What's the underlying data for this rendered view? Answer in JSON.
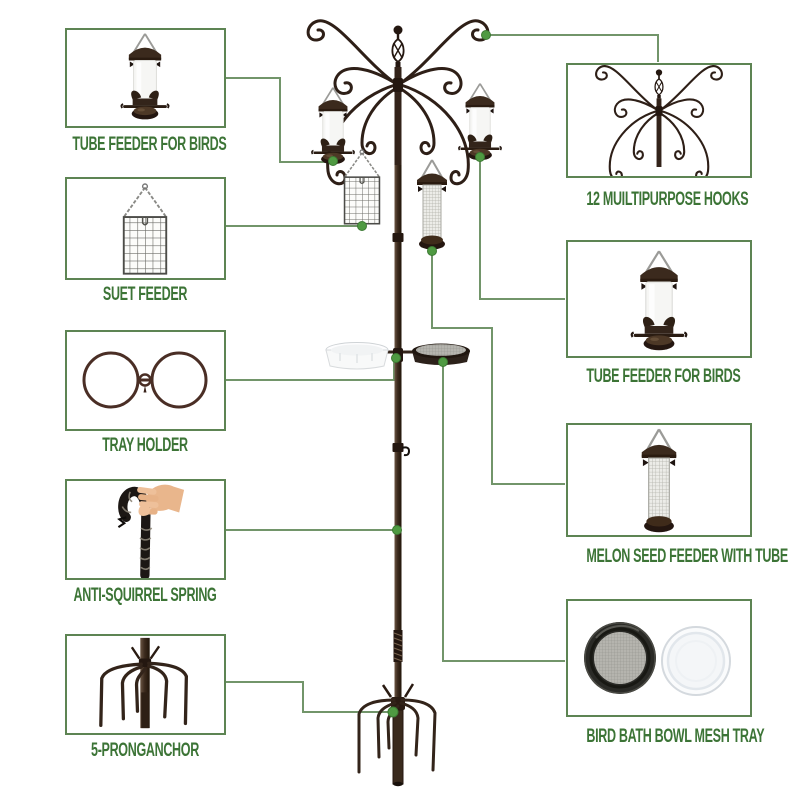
{
  "diagram": {
    "type": "product-callout-diagram",
    "left_callouts": [
      {
        "label": "TUBE FEEDER FOR BIRDS",
        "icon": "tube-feeder-icon"
      },
      {
        "label": "SUET FEEDER",
        "icon": "suet-cage-icon"
      },
      {
        "label": "TRAY HOLDER",
        "icon": "tray-holder-rings-icon"
      },
      {
        "label": "ANTI-SQUIRREL SPRING",
        "icon": "spring-hook-in-hand-icon"
      },
      {
        "label": "5-PRONGANCHOR",
        "icon": "five-prong-anchor-icon"
      }
    ],
    "right_callouts": [
      {
        "label": "12 MUILTIPURPOSE HOOKS",
        "icon": "scroll-hooks-icon"
      },
      {
        "label": "TUBE FEEDER FOR BIRDS",
        "icon": "tube-feeder-icon"
      },
      {
        "label": "MELON SEED FEEDER WITH TUBE",
        "icon": "mesh-tube-feeder-icon"
      },
      {
        "label": "BIRD BATH BOWL MESH TRAY",
        "icon": "bowl-and-mesh-tray-icon"
      }
    ],
    "colors": {
      "label_text": "#3c7436",
      "box_border": "#5d8453",
      "connector_line": "#72956a",
      "connector_dot": "#4f9a42",
      "metal_dark": "#2e1f17",
      "background": "#ffffff"
    }
  }
}
